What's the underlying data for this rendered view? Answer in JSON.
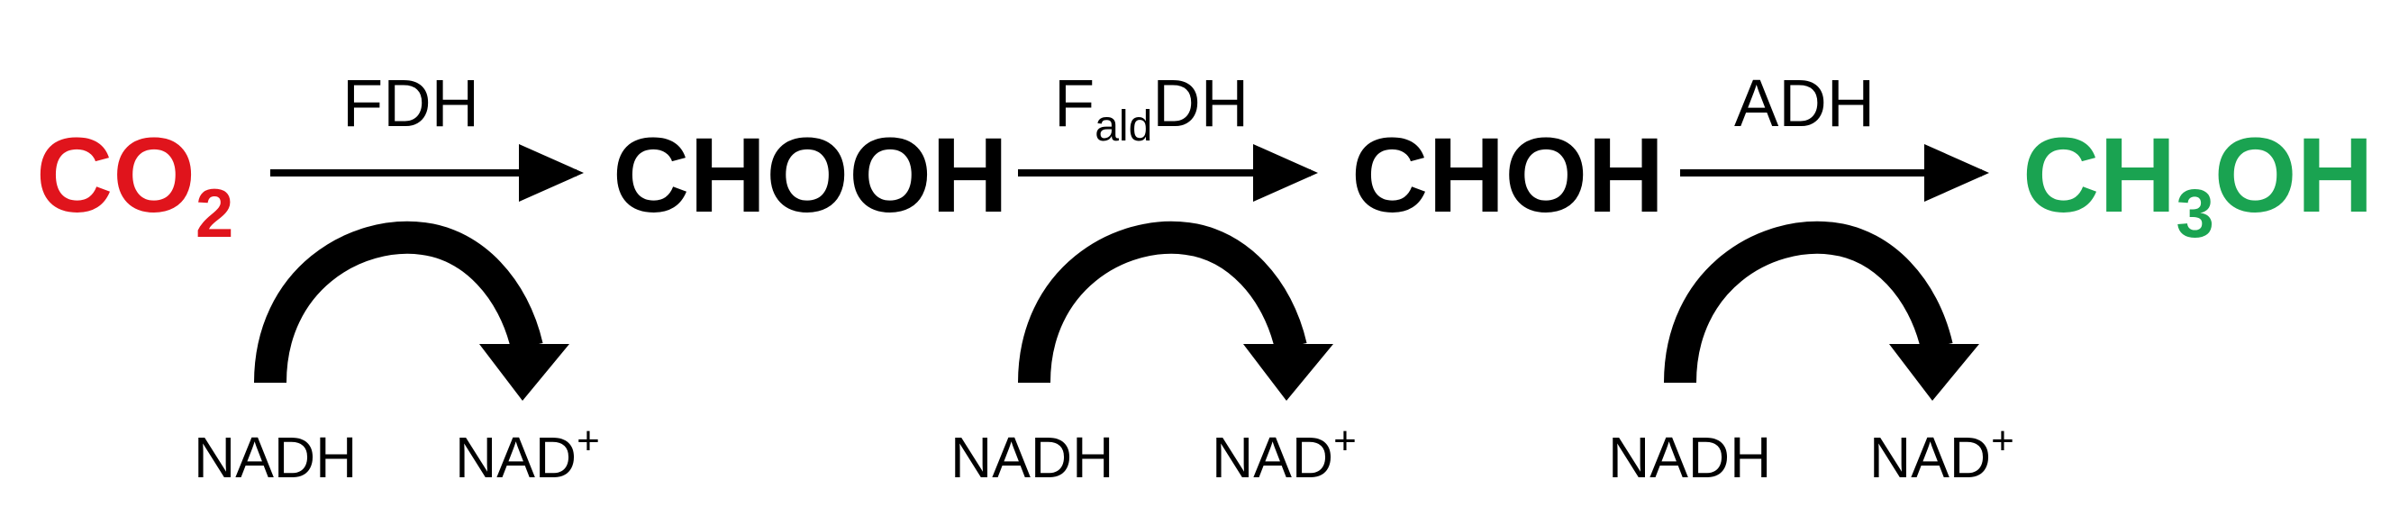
{
  "colors": {
    "co2": "#e0141c",
    "methanol": "#1aa351",
    "default": "#000000"
  },
  "molecules": {
    "co2": {
      "base": "CO",
      "sub": "2"
    },
    "formic_acid": {
      "label": "CHOOH"
    },
    "formaldehyde": {
      "label": "CHOH"
    },
    "methanol": {
      "pre": "CH",
      "sub": "3",
      "post": "OH"
    }
  },
  "enzymes": {
    "fdh": {
      "label": "FDH"
    },
    "faldh": {
      "pre": "F",
      "sub": "ald",
      "post": "DH"
    },
    "adh": {
      "label": "ADH"
    }
  },
  "cofactors": {
    "step1": {
      "reduced": "NADH",
      "oxidized_base": "NAD",
      "oxidized_sup": "+"
    },
    "step2": {
      "reduced": "NADH",
      "oxidized_base": "NAD",
      "oxidized_sup": "+"
    },
    "step3": {
      "reduced": "NADH",
      "oxidized_base": "NAD",
      "oxidized_sup": "+"
    }
  }
}
